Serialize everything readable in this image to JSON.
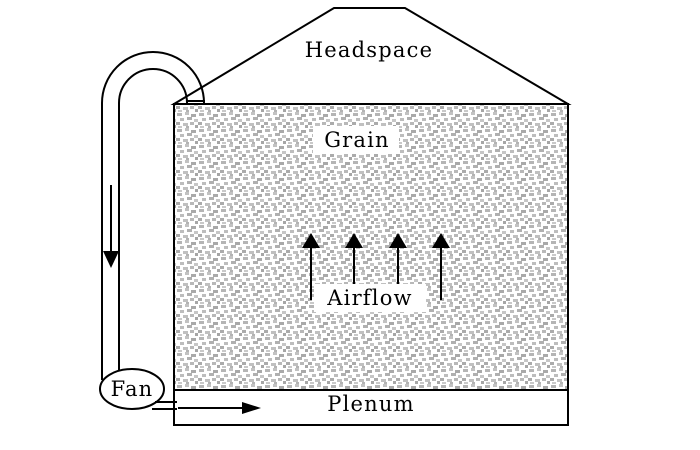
{
  "diagram": {
    "labels": {
      "headspace": "Headspace",
      "grain": "Grain",
      "airflow": "Airflow",
      "plenum": "Plenum",
      "fan": "Fan"
    },
    "colors": {
      "stroke": "#000000",
      "background": "#ffffff",
      "grain_speckle": "#b3b3b3"
    }
  }
}
